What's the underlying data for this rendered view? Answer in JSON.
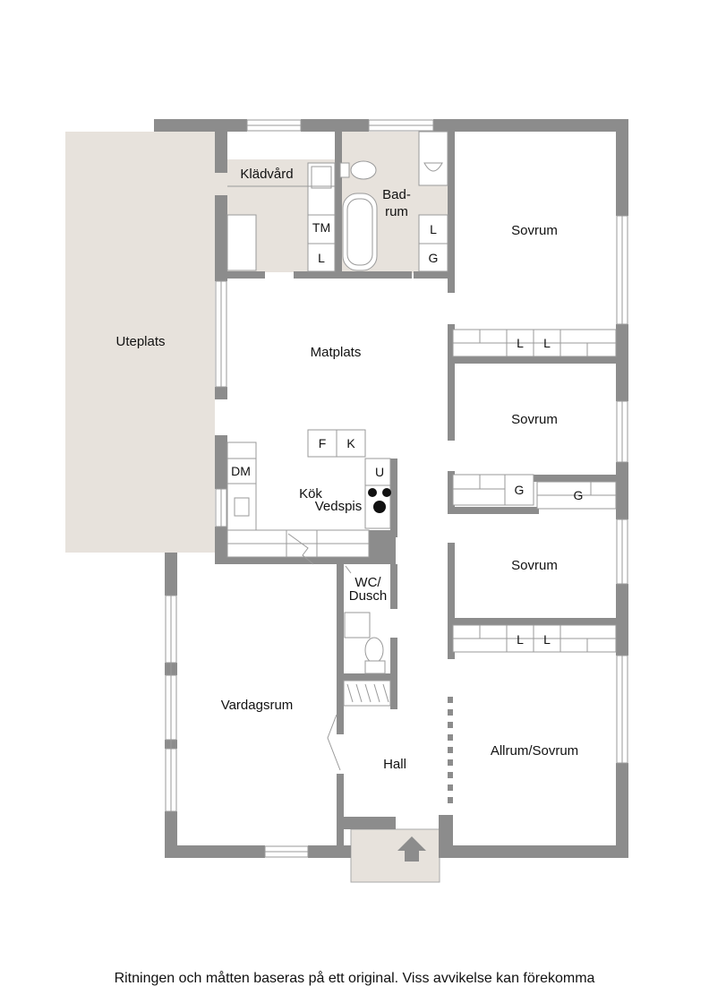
{
  "rooms": {
    "kladvard": "Klädvård",
    "badrum_1": "Bad-",
    "badrum_2": "rum",
    "sovrum_1": "Sovrum",
    "uteplats": "Uteplats",
    "matplats": "Matplats",
    "sovrum_2": "Sovrum",
    "kok": "Kök",
    "vedspis": "Vedspis",
    "sovrum_3": "Sovrum",
    "wc_1": "WC/",
    "wc_2": "Dusch",
    "vardagsrum": "Vardagsrum",
    "allrum": "Allrum/Sovrum",
    "hall": "Hall"
  },
  "fixtures": {
    "tm": "TM",
    "l": "L",
    "g": "G",
    "f": "F",
    "k": "K",
    "u": "U",
    "dm": "DM"
  },
  "colors": {
    "wall": "#8c8c8c",
    "floor_shade": "#e7e2dc",
    "line": "#9a9a9a"
  },
  "disclaimer": "Ritningen och måtten baseras på ett original. Viss avvikelse kan förekomma"
}
